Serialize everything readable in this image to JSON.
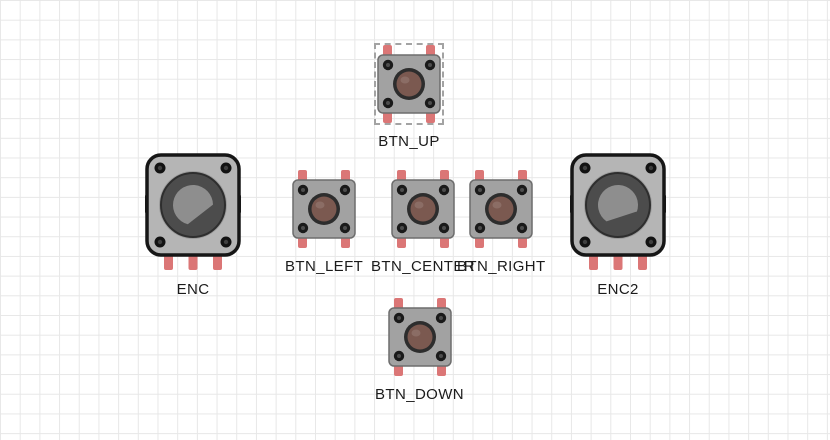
{
  "canvas": {
    "background": "#ffffff",
    "grid_line_color": "#e7e7e7"
  },
  "colors": {
    "pin": "#db7676",
    "button_body": "#a2a2a2",
    "button_cap": "#7b5950",
    "encoder_body": "#b5b5b5",
    "encoder_knob": "#4c4c4c",
    "encoder_shaft": "#8e8e8e",
    "selection": "#a3a3a3",
    "label": "#1b1b1b",
    "grid_line": "#e7e7e7"
  },
  "components": [
    {
      "id": "BTN_UP",
      "type": "pushbutton",
      "label": "BTN_UP",
      "selected": true
    },
    {
      "id": "BTN_LEFT",
      "type": "pushbutton",
      "label": "BTN_LEFT",
      "selected": false
    },
    {
      "id": "BTN_CENTER",
      "type": "pushbutton",
      "label": "BTN_CENTER",
      "selected": false
    },
    {
      "id": "BTN_RIGHT",
      "type": "pushbutton",
      "label": "BTN_RIGHT",
      "selected": false
    },
    {
      "id": "BTN_DOWN",
      "type": "pushbutton",
      "label": "BTN_DOWN",
      "selected": false
    },
    {
      "id": "ENC",
      "type": "rotary-encoder",
      "label": "ENC",
      "selected": false
    },
    {
      "id": "ENC2",
      "type": "rotary-encoder",
      "label": "ENC2",
      "selected": false
    }
  ]
}
